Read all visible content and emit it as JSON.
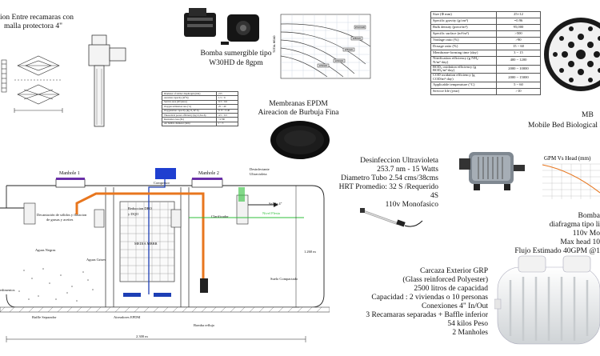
{
  "top_left": {
    "caption_lines": [
      "ion Entre recamaras con",
      "malla protectora 4\""
    ]
  },
  "pump_sub": {
    "caption_lines": [
      "Bomba sumergible tipo",
      "W30HD de 8gpm"
    ]
  },
  "pump_curve_chart": {
    "y_label": "TOTAL HEAD",
    "series_labels": [
      "W30HD",
      "W40HD",
      "W60HD",
      "W80HD",
      "W100HD"
    ]
  },
  "mid_spec": {
    "rows": [
      [
        "Diameter of rubber diaphragm (mm)",
        "215"
      ],
      [
        "Aeration capacity (m³/h)",
        "1.5 ~ 6"
      ],
      [
        "Service area (m²/piece)",
        "0.3 ~ 0.6"
      ],
      [
        "Oxygen utilization rate (%)",
        "25 ~ 40"
      ],
      [
        "Oxygenation capacity (kg O₂/m³.h)",
        "0.15 ~ 0.40"
      ],
      [
        "Theoretical power efficiency (kg O₂/kw.h)",
        "4.5 ~ 6.5"
      ],
      [
        "Resistance loss (Pa)",
        "<1700"
      ],
      [
        "Air bubble diameter (mm)",
        "1 ~ 3"
      ]
    ]
  },
  "membranes": {
    "caption_lines": [
      "Membranas EPDM",
      "Aireacion de Burbuja Fina"
    ]
  },
  "right_spec": {
    "rows": [
      [
        "Size (Φ mm)",
        "25×12"
      ],
      [
        "Specific gravity (g/cm³)",
        "=0.96"
      ],
      [
        "Bulk density (piece/m³)",
        "95,000"
      ],
      [
        "Specific surface (m²/m³)",
        ">500"
      ],
      [
        "Voidage ratio (%)",
        ">90"
      ],
      [
        "Dosage ratio (%)",
        "15 ~ 60"
      ],
      [
        "Membrane-forming time (day)",
        "3 ~ 15"
      ],
      [
        "Nitrification efficiency (g NH₄-N/m³·day)",
        "400 ~ 1200"
      ],
      [
        "BOD₅ oxidation efficiency (g BOD₅/m³·day)",
        "2000 ~ 10000"
      ],
      [
        "COD oxidation efficiency (g COD/m³·day)",
        "2000 ~ 15000"
      ],
      [
        "Applicable temperature (°C)",
        "5 ~ 60"
      ],
      [
        "Service life (year)",
        ">10"
      ]
    ]
  },
  "mbbr": {
    "caption_lines": [
      "MB",
      "Mobile Bed Biological Rea"
    ]
  },
  "uv": {
    "lines": [
      "Desinfeccion Ultravioleta",
      "253.7 nm - 15 Watts",
      "Diametro Tubo 2.54 cms/38cms",
      "HRT Promedio: 32 S /Requerido 4S",
      "110v Monofasico"
    ]
  },
  "blower_chart": {
    "title": "GPM Vs Head (mm)"
  },
  "blower": {
    "lines": [
      "Bomba",
      "diafragma tipo li",
      "110v Mo",
      "Max head 10",
      "Flujo Estimado 40GPM @1"
    ]
  },
  "tank": {
    "lines": [
      "Carcaza Exterior GRP",
      "(Glass reinforced Polyester)",
      "2500 litros de capacidad",
      "Capacidad : 2 viviendas o 10 personas",
      "Conexiones 4\" In/Out",
      "3 Recamaras separadas + Baffle inferior",
      "54 kilos Peso",
      "2 Manholes"
    ]
  },
  "diagram": {
    "manhole1": "Manhole 1",
    "manhole2": "Manhole 2",
    "disinfect_lines": [
      "Desinfectante",
      "Ultravioleta"
    ],
    "compresor": "Compresor",
    "decant_lines": [
      "Decantación de  sólidos y flotacion",
      "de grasas y aceites"
    ],
    "reduction_lines": [
      "Reduccion DBO",
      "y DQO"
    ],
    "clarificador": "Clarificador",
    "salida": "Salida 4\"",
    "nivel": "Nivel Flesta",
    "aguas_negras": "Aguas Negras",
    "aguas_grises": "Aguas Grises",
    "media": "MEDIA MBBR",
    "sedimentos": "edimentos",
    "suelo": "Suelo Compactado",
    "baffle": "Baffle Separador",
    "aireadores": "Aireadores EPDM",
    "bomba_reflujo": "Bomba reflujo",
    "dim_h": "1.260 m",
    "dim_w": "2.300 m"
  },
  "colors": {
    "orange_pipe": "#e8761e",
    "blue_line": "#1d3fb5",
    "purple": "#6a2fa8",
    "green_level": "#2fbf3a",
    "compressor_blue": "#1f3fd0"
  }
}
